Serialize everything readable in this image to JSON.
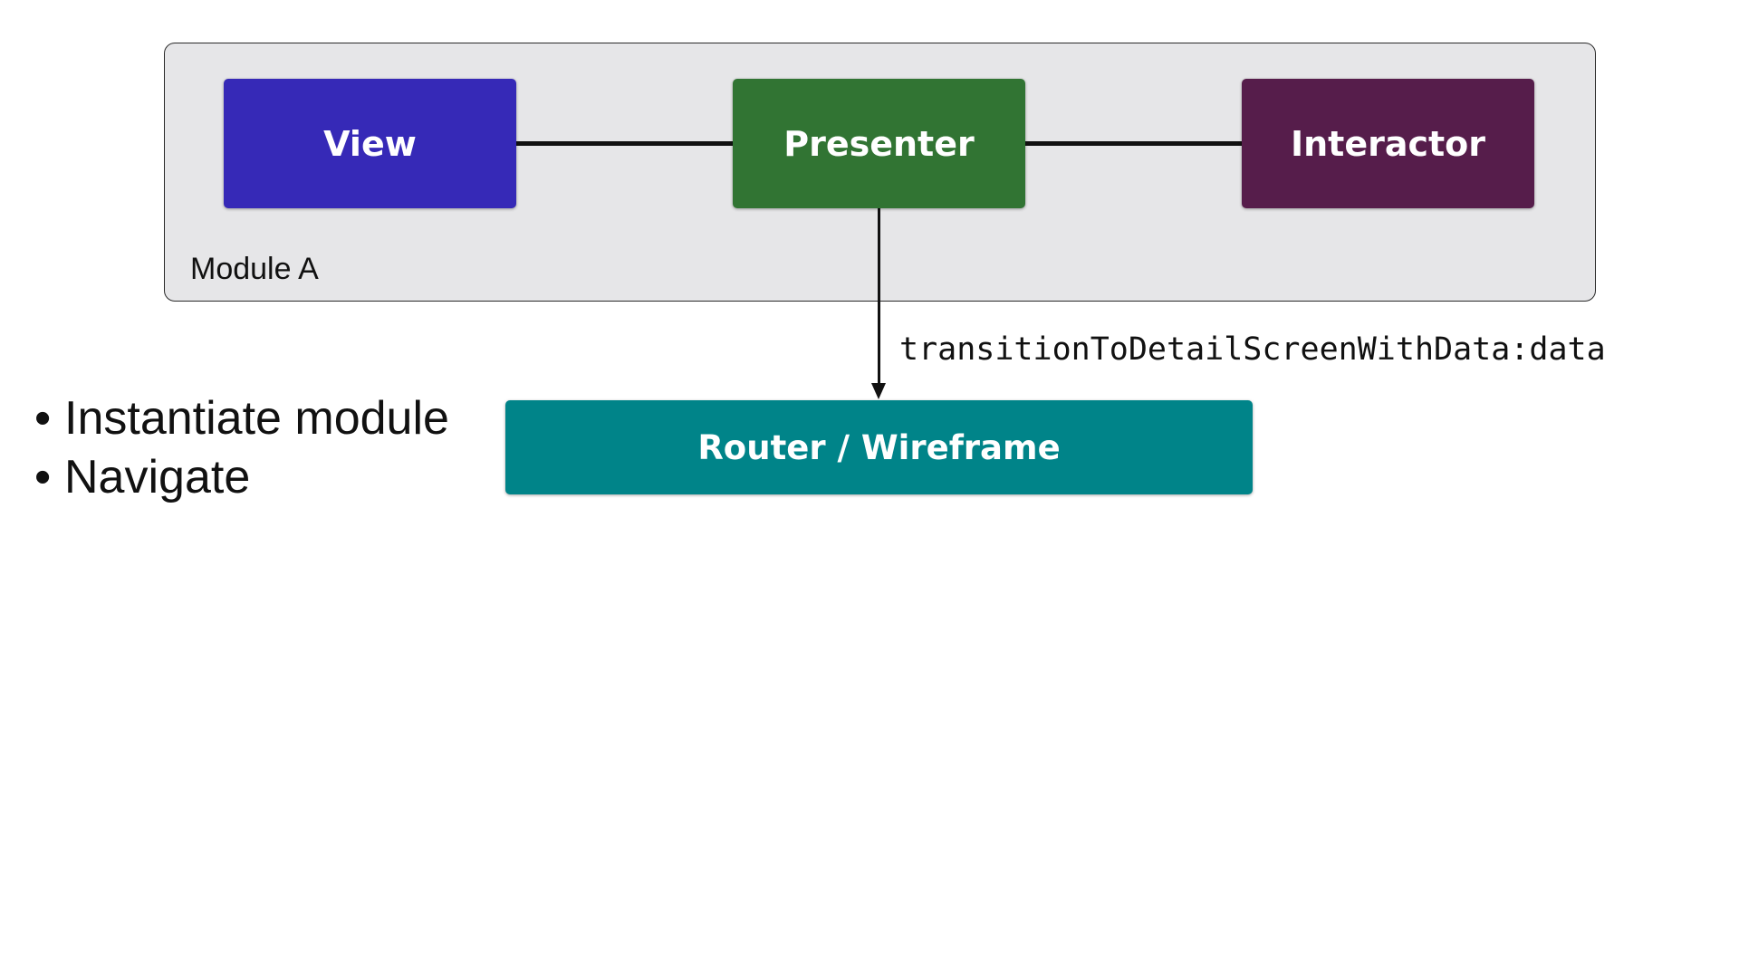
{
  "diagram": {
    "module_label": "Module A",
    "nodes": {
      "view": {
        "label": "View",
        "color": "#3629b7"
      },
      "presenter": {
        "label": "Presenter",
        "color": "#317433"
      },
      "interactor": {
        "label": "Interactor",
        "color": "#561d4b"
      },
      "router": {
        "label": "Router / Wireframe",
        "color": "#008489"
      }
    },
    "edge_label": "transitionToDetailScreenWithData:data",
    "container_color": "#e6e6e8"
  },
  "bullets": [
    {
      "mark": "•",
      "text": "Instantiate module"
    },
    {
      "mark": "•",
      "text": "Navigate"
    }
  ]
}
